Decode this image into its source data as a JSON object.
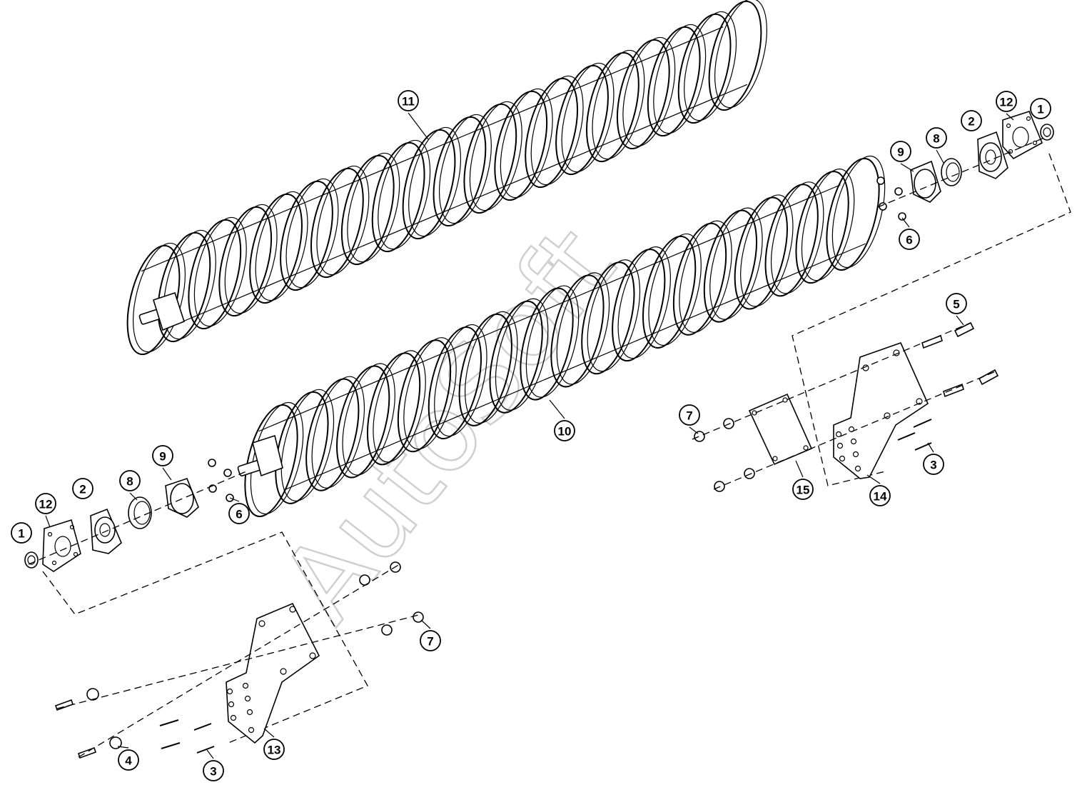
{
  "callouts": [
    {
      "label": "1"
    },
    {
      "label": "1"
    },
    {
      "label": "2"
    },
    {
      "label": "2"
    },
    {
      "label": "3"
    },
    {
      "label": "3"
    },
    {
      "label": "4"
    },
    {
      "label": "5"
    },
    {
      "label": "6"
    },
    {
      "label": "6"
    },
    {
      "label": "7"
    },
    {
      "label": "7"
    },
    {
      "label": "8"
    },
    {
      "label": "8"
    },
    {
      "label": "9"
    },
    {
      "label": "9"
    },
    {
      "label": "10"
    },
    {
      "label": "11"
    },
    {
      "label": "12"
    },
    {
      "label": "12"
    },
    {
      "label": "13"
    },
    {
      "label": "14"
    },
    {
      "label": "15"
    }
  ],
  "watermark": {
    "text": "AutoSoft"
  }
}
